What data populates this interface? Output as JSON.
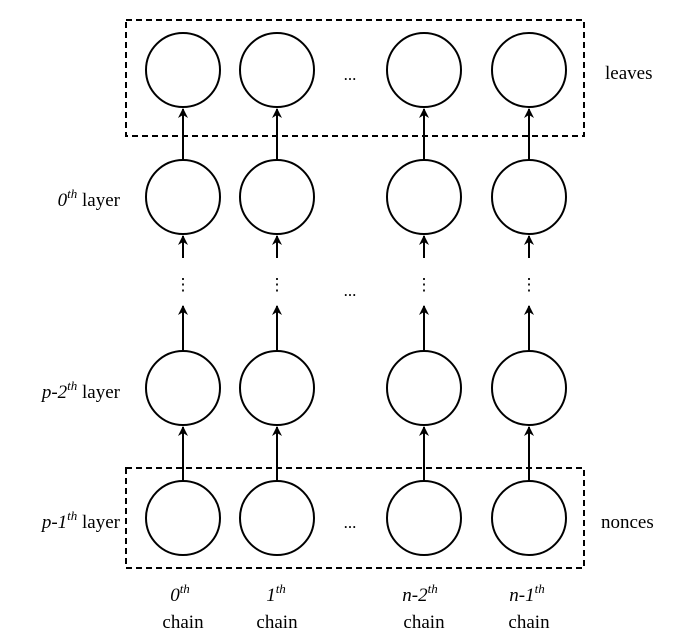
{
  "boxes": {
    "leaves_label": "leaves",
    "nonces_label": "nonces"
  },
  "layers": [
    {
      "base": "0",
      "sup": "th",
      "word": "layer"
    },
    {
      "base": "p-2",
      "sup": "th",
      "word": "layer"
    },
    {
      "base": "p-1",
      "sup": "th",
      "word": "layer"
    }
  ],
  "chains": [
    {
      "base": "0",
      "sup": "th",
      "word": "chain"
    },
    {
      "base": "1",
      "sup": "th",
      "word": "chain"
    },
    {
      "base": "n-2",
      "sup": "th",
      "word": "chain"
    },
    {
      "base": "n-1",
      "sup": "th",
      "word": "chain"
    }
  ],
  "ellipsis_h": "...",
  "ellipsis_v": "⋮"
}
